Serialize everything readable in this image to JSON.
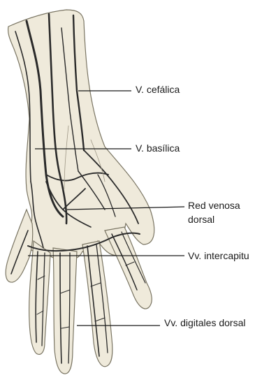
{
  "labels": {
    "cefalica": "V. cefálica",
    "basilica": "V. basílica",
    "red_venosa_line1": "Red venosa",
    "red_venosa_line2": "dorsal",
    "intercapitulares": "Vv. intercapitu",
    "digitales": "Vv. digitales dorsal"
  },
  "colors": {
    "skin": "#efeadb",
    "skin_outline": "#6f6a5a",
    "vein": "#2c2c2c",
    "leader_line": "#1a1a1a"
  }
}
